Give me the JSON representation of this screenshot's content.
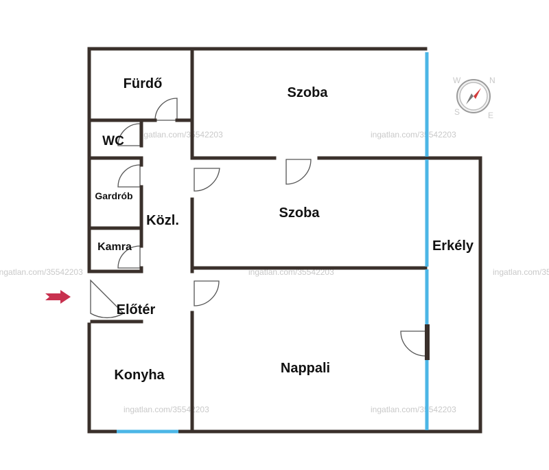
{
  "rooms": {
    "furdo": "Fürdő",
    "wc": "WC",
    "gardrob": "Gardrób",
    "kamra": "Kamra",
    "kozl": "Közl.",
    "eloter": "Előtér",
    "konyha": "Konyha",
    "szoba_top": "Szoba",
    "szoba_mid": "Szoba",
    "nappali": "Nappali",
    "erkely": "Erkély"
  },
  "watermark": "ingatlan.com/35542203",
  "compass": {
    "n": "N",
    "s": "S",
    "w": "W",
    "e": "E"
  },
  "colors": {
    "wall": "#3a302b",
    "window": "#4cb6e6",
    "door": "#555555",
    "arrow": "#c8314f",
    "needle": "#d23b3b"
  }
}
